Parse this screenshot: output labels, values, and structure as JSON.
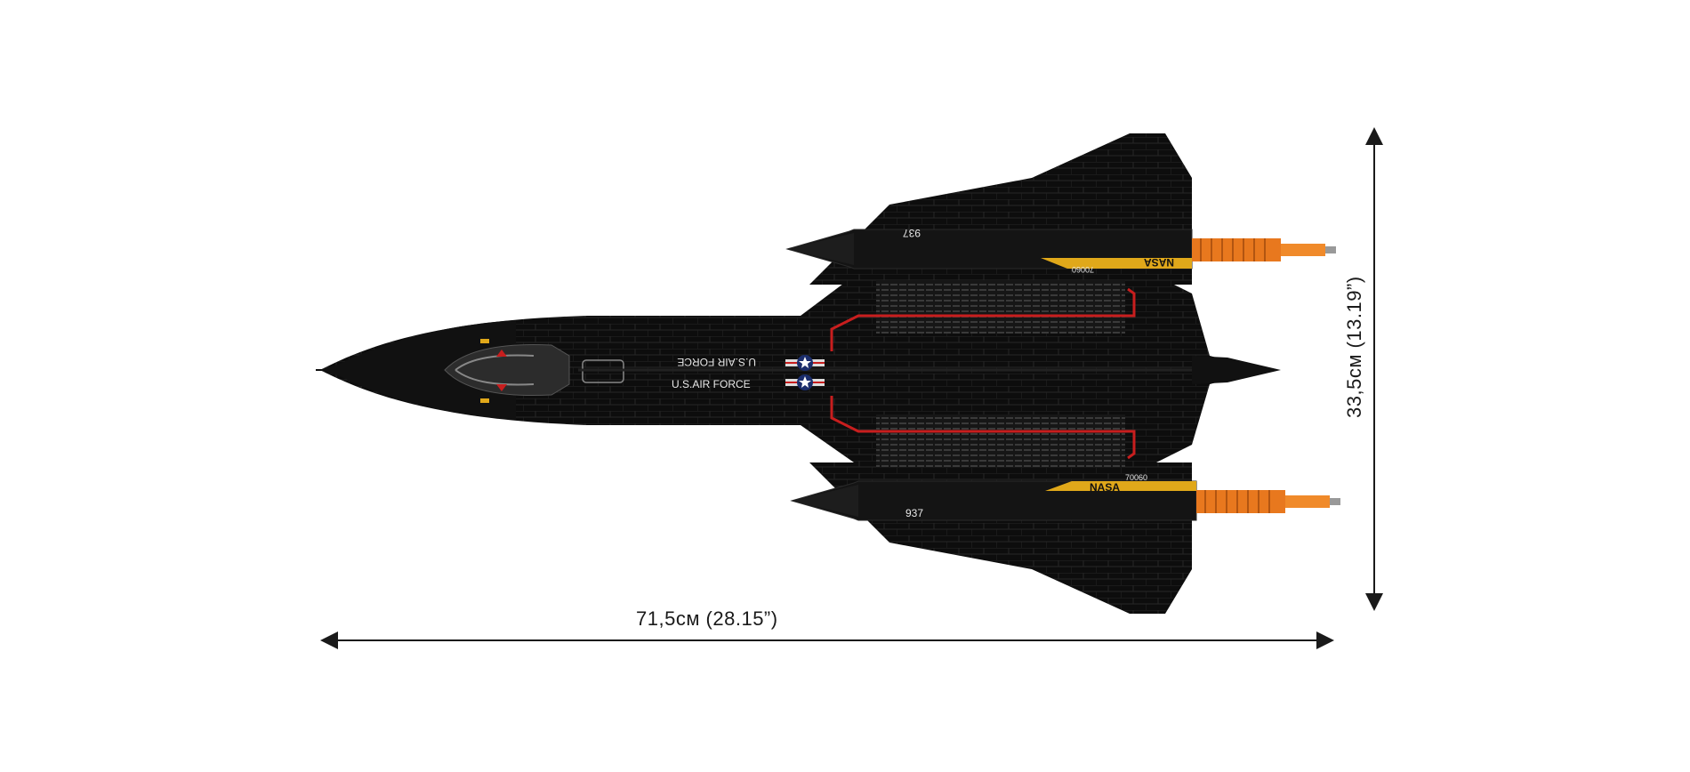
{
  "dimensions": {
    "length_label": "71,5см (28.15”)",
    "span_label": "33,5см (13.19”)"
  },
  "markings": {
    "usaf_upper": "U.S.AIR FORCE",
    "usaf_lower": "U.S.AIR FORCE",
    "tail_number_upper": "937",
    "tail_number_lower": "937",
    "nasa_upper": "NASA",
    "nasa_lower": "NASA",
    "serial_upper": "70060",
    "serial_lower": "70060"
  },
  "colors": {
    "background": "#ffffff",
    "aircraft": "#0b0b0b",
    "accent_red": "#c81e1e",
    "exhaust_orange": "#e8781e",
    "nasa_yellow": "#e0a81a",
    "dimension_line": "#1a1a1a"
  }
}
